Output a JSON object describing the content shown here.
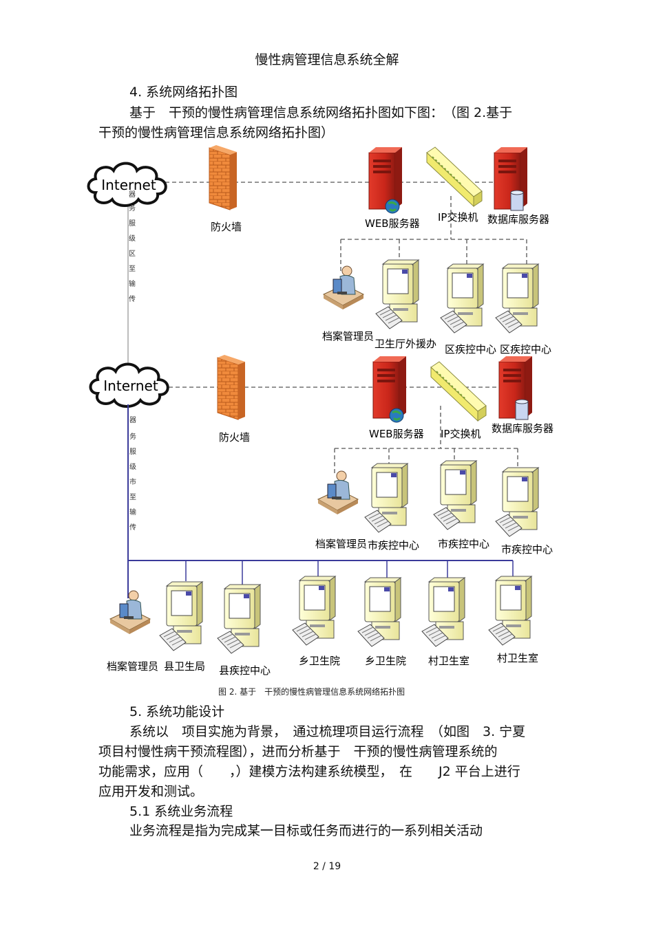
{
  "page_header": "慢性病管理信息系统全解",
  "section4": {
    "heading": "4. 系统网络拓扑图",
    "para_line1": "基于　干预的慢性病管理信息系统网络拓扑图如下图：　（图 2.基于",
    "para_line2": "干预的慢性病管理信息系统网络拓扑图）"
  },
  "diagram": {
    "internet": "Internet",
    "firewall": "防火墙",
    "web_server": "WEB服务器",
    "ip_switch": "IP交换机",
    "db_server": "数据库服务器",
    "archivist": "档案管理员",
    "dept_aid": "卫生厅外援办",
    "district_cdc": "区疾控中心",
    "city_cdc": "市疾控中心",
    "county_bureau": "县卫生局",
    "county_cdc": "县疾控中心",
    "township": "乡卫生院",
    "village": "村卫生室",
    "vlabel_top": [
      "器",
      "务",
      "服",
      "级",
      "区",
      "至",
      "输",
      "传"
    ],
    "vlabel_bottom": [
      "器",
      "务",
      "服",
      "级",
      "市",
      "至",
      "输",
      "传"
    ]
  },
  "figure_caption": "图 2. 基于　干预的慢性病管理信息系统网络拓扑图",
  "section5": {
    "heading": "5. 系统功能设计",
    "p1_line1": "系统以　项目实施为背景，　通过梳理项目运行流程　（如图　3. 宁夏",
    "p1_line2": "项目村慢性病干预流程图），进而分析基于　干预的慢性病管理系统的",
    "p1_line3": "功能需求，应用（　　，）建模方法构建系统模型，　在　　J2 平台上进行",
    "p1_line4": "应用开发和测试。",
    "sub_heading": "5.1 系统业务流程",
    "p2_line1": "业务流程是指为完成某一目标或任务而进行的一系列相关活动"
  },
  "page_number": "2 / 19"
}
